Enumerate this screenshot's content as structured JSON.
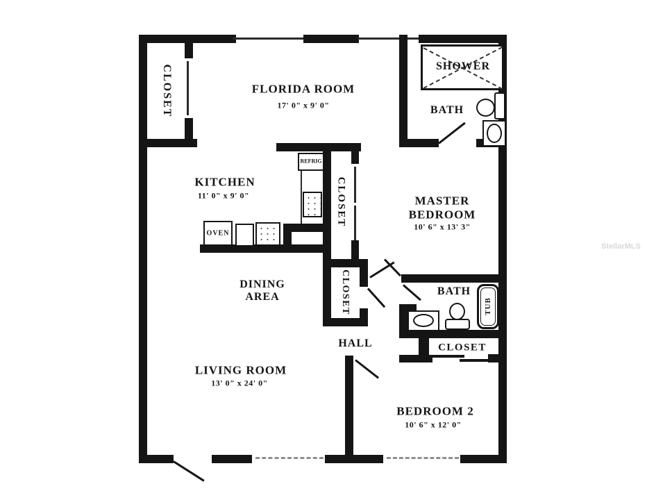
{
  "watermark": "StellarMLS",
  "colors": {
    "wall": "#151515",
    "paper": "#ffffff",
    "watermark": "#d8d8d8"
  },
  "rooms": {
    "closet_tl": {
      "label": "CLOSET"
    },
    "florida": {
      "name": "FLORIDA ROOM",
      "dims": "17' 0\" x 9' 0\""
    },
    "shower": {
      "label": "SHOWER"
    },
    "bath1": {
      "label": "BATH"
    },
    "kitchen": {
      "name": "KITCHEN",
      "dims": "11' 0\" x 9' 0\""
    },
    "refrig": {
      "label": "REFRIG"
    },
    "oven": {
      "label": "OVEN"
    },
    "closet_kitchen": {
      "label": "CLOSET"
    },
    "master": {
      "line1": "MASTER",
      "line2": "BEDROOM",
      "dims": "10' 6\" x 13' 3\""
    },
    "dining": {
      "line1": "DINING",
      "line2": "AREA"
    },
    "closet_hall": {
      "label": "CLOSET"
    },
    "bath2": {
      "label": "BATH"
    },
    "tub": {
      "label": "TUB"
    },
    "hall": {
      "label": "HALL"
    },
    "closet_br2": {
      "label": "CLOSET"
    },
    "living": {
      "name": "LIVING ROOM",
      "dims": "13' 0\" x 24' 0\""
    },
    "bedroom2": {
      "name": "BEDROOM 2",
      "dims": "10' 6\" x 12' 0\""
    }
  }
}
